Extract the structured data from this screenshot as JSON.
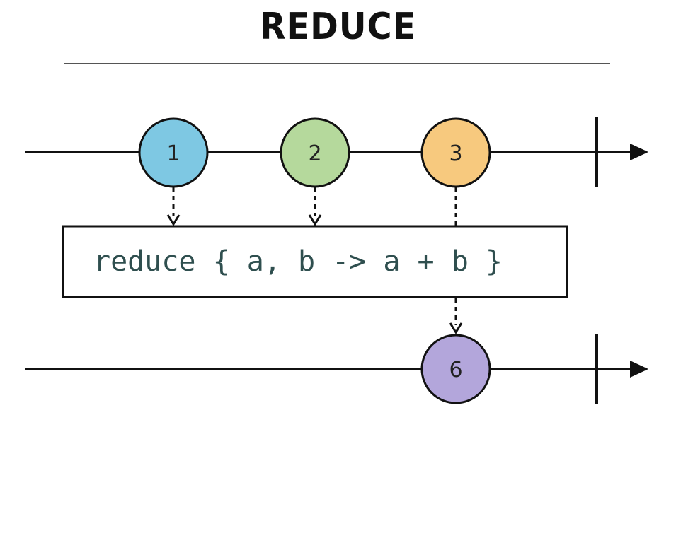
{
  "title": "REDUCE",
  "operator": {
    "text": "reduce { a, b -> a + b }"
  },
  "input_stream": {
    "marbles": [
      {
        "label": "1",
        "color": "#7ec8e3"
      },
      {
        "label": "2",
        "color": "#b5d99c"
      },
      {
        "label": "3",
        "color": "#f7c97e"
      }
    ]
  },
  "output_stream": {
    "marbles": [
      {
        "label": "6",
        "color": "#b3a6db"
      }
    ]
  }
}
